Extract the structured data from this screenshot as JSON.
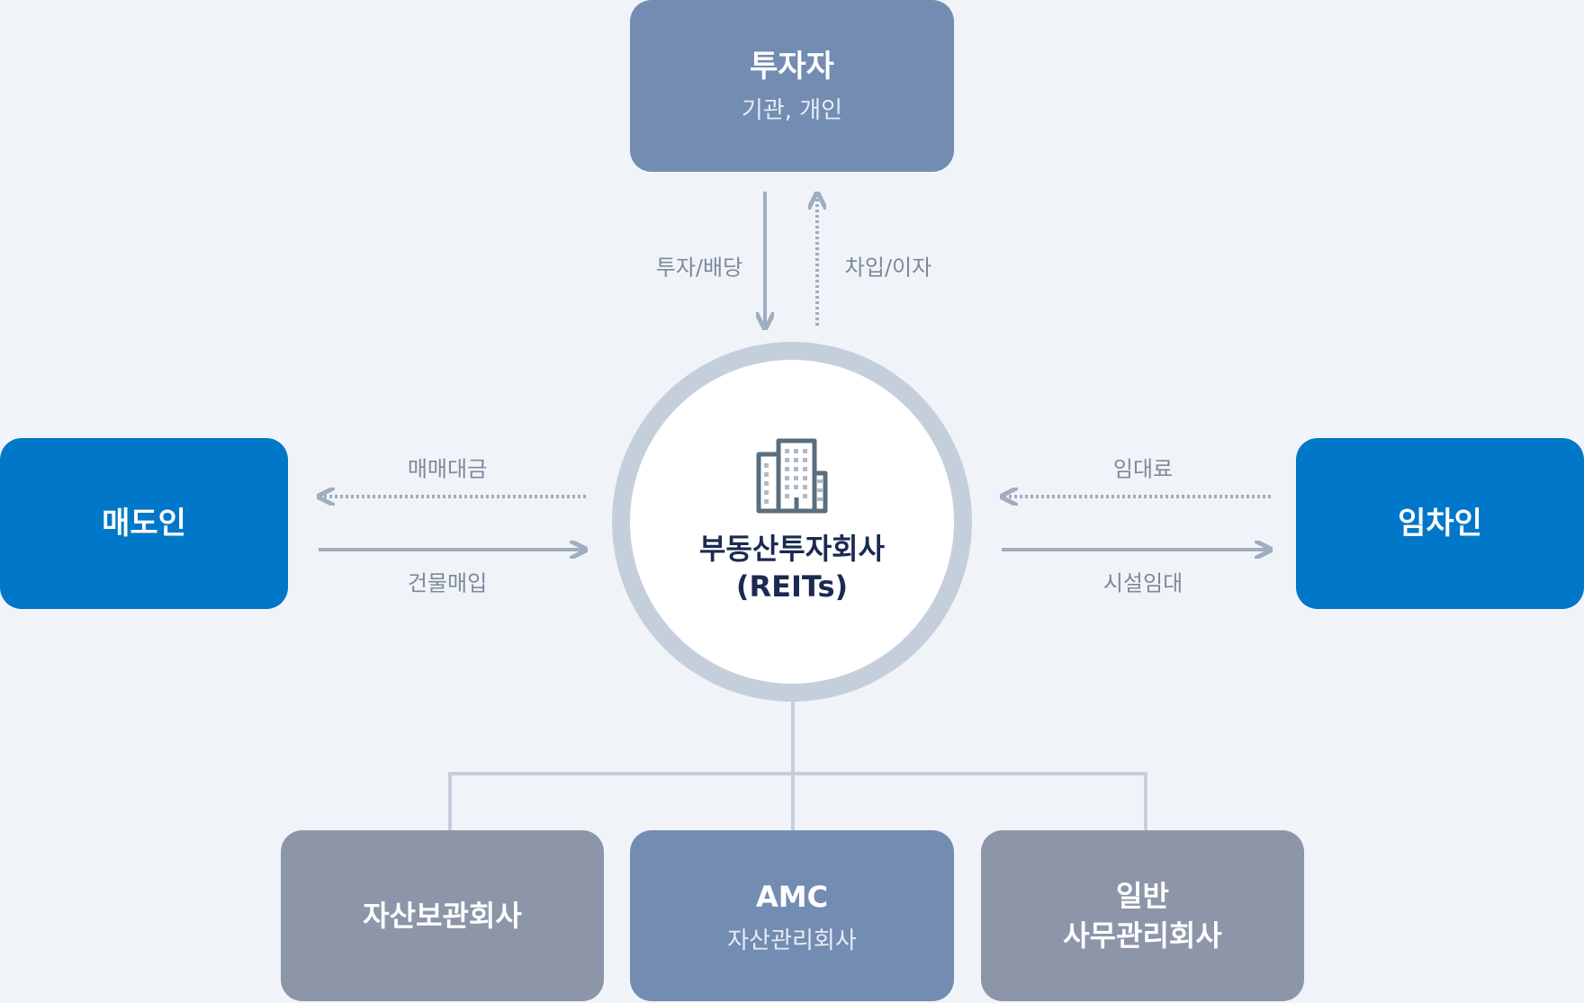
{
  "investor": {
    "title": "투자자",
    "subtitle": "기관, 개인"
  },
  "seller": {
    "title": "매도인"
  },
  "tenant": {
    "title": "임차인"
  },
  "center": {
    "title": "부동산투자회사",
    "subtitle": "(REITs)",
    "icon": "building-icon"
  },
  "flows": {
    "invest_dividend": "투자/배당",
    "borrow_interest": "차입/이자",
    "sale_price": "매매대금",
    "building_purchase": "건물매입",
    "rent": "임대료",
    "facility_lease": "시설임대"
  },
  "bottom": {
    "custodian": {
      "title": "자산보관회사"
    },
    "amc": {
      "title": "AMC",
      "subtitle": "자산관리회사"
    },
    "admin": {
      "line1": "일반",
      "line2": "사무관리회사"
    }
  },
  "colors": {
    "background": "#f0f4f9",
    "investor": "#738cb1",
    "party": "#0077c8",
    "service": "#8c96a8",
    "ring": "#c5cfdc",
    "arrow": "#a0acbf",
    "text": "#1a2a50"
  }
}
